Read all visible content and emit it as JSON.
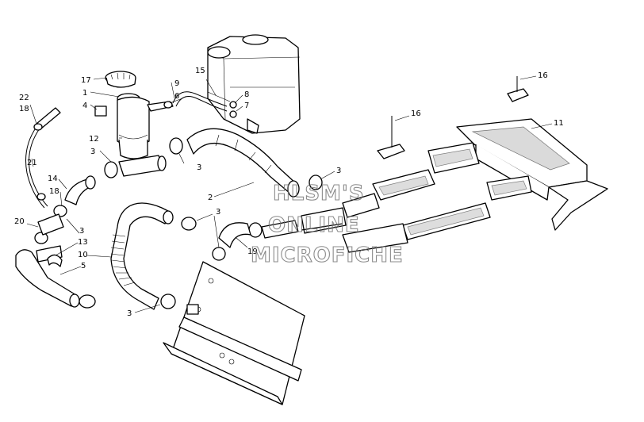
{
  "labels": {
    "l1": "1",
    "l2": "2",
    "l3": "3",
    "l4": "4",
    "l5": "5",
    "l6": "6",
    "l7": "7",
    "l8": "8",
    "l9": "9",
    "l10": "10",
    "l11": "11",
    "l12": "12",
    "l13": "13",
    "l14": "14",
    "l15": "15",
    "l16": "16",
    "l17": "17",
    "l18": "18",
    "l19": "19",
    "l20": "20",
    "l21": "21",
    "l22": "22"
  },
  "watermark": {
    "line1": "HLSM'S",
    "line2": "ONLINE",
    "line3": "MICROFICHE"
  }
}
